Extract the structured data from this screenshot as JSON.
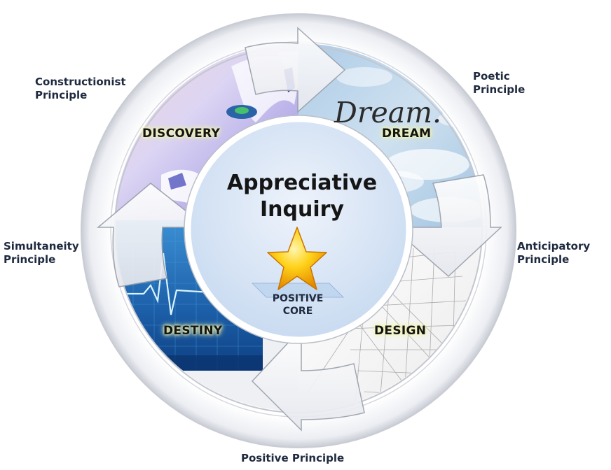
{
  "title": {
    "line1": "Appreciative",
    "line2": "Inquiry"
  },
  "center": {
    "core_line1": "POSITIVE",
    "core_line2": "CORE",
    "icon": "star-icon"
  },
  "phases": {
    "discovery": "DISCOVERY",
    "dream": "DREAM",
    "design": "DESIGN",
    "destiny": "DESTINY"
  },
  "dream_image_text": "Dream.",
  "principles": {
    "constructionist": {
      "line1": "Constructionist",
      "line2": "Principle"
    },
    "poetic": {
      "line1": "Poetic",
      "line2": "Principle"
    },
    "anticipatory": {
      "line1": "Anticipatory",
      "line2": "Principle"
    },
    "positive": "Positive Principle",
    "simultaneity": {
      "line1": "Simultaneity",
      "line2": "Principle"
    }
  },
  "colors": {
    "text_dark": "#1f2a3f",
    "ring_outer": "#f2f3f6",
    "center_fill": "#dfe9f7",
    "star": "#f6b400",
    "label_glow": "#f4f7b8"
  }
}
